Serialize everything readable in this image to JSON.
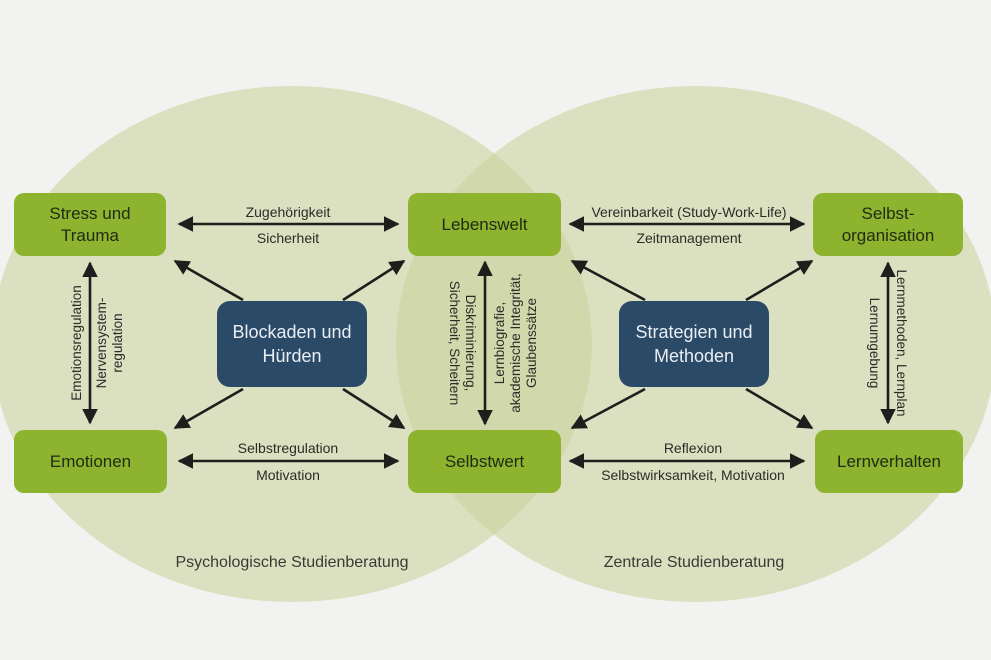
{
  "colors": {
    "background": "#f2f2f0",
    "ellipse_fill": "#c9d49c",
    "ellipse_overlap": "#d0d9ab",
    "green_box": "#8db32f",
    "blue_box": "#2b4a68",
    "arrow": "#1e1e1c"
  },
  "regions": {
    "left": {
      "label": "Psychologische Studienberatung"
    },
    "right": {
      "label": "Zentrale Studienberatung"
    }
  },
  "boxes": {
    "stress_trauma": {
      "label": "Stress und\nTrauma"
    },
    "lebenswelt": {
      "label": "Lebenswelt"
    },
    "selbstorganisation": {
      "label": "Selbst-\norganisation"
    },
    "blockaden": {
      "label": "Blockaden und\nHürden"
    },
    "strategien": {
      "label": "Strategien und\nMethoden"
    },
    "emotionen": {
      "label": "Emotionen"
    },
    "selbstwert": {
      "label": "Selbstwert"
    },
    "lernverhalten": {
      "label": "Lernverhalten"
    }
  },
  "edges": {
    "stress_lebenswelt_top": "Zugehörigkeit",
    "stress_lebenswelt_bottom": "Sicherheit",
    "lebenswelt_selbstorg_top": "Vereinbarkeit (Study-Work-Life)",
    "lebenswelt_selbstorg_bottom": "Zeitmanagement",
    "emotionen_selbstwert_top": "Selbstregulation",
    "emotionen_selbstwert_bottom": "Motivation",
    "selbstwert_lernverhalten_top": "Reflexion",
    "selbstwert_lernverhalten_bottom": "Selbstwirksamkeit, Motivation",
    "stress_emotionen_left": "Emotionsregulation",
    "stress_emotionen_right": "Nervensystem-\nregulation",
    "lebenswelt_selbstwert_left": "Diskriminierung,\nSicherheit, Scheitern",
    "lebenswelt_selbstwert_right": "Lernbiografie,\nakademische Integrität,\nGlaubenssätze",
    "selbstorg_lernverhalten_left": "Lernumgebung",
    "selbstorg_lernverhalten_right": "Lernmethoden, Lernplan"
  }
}
